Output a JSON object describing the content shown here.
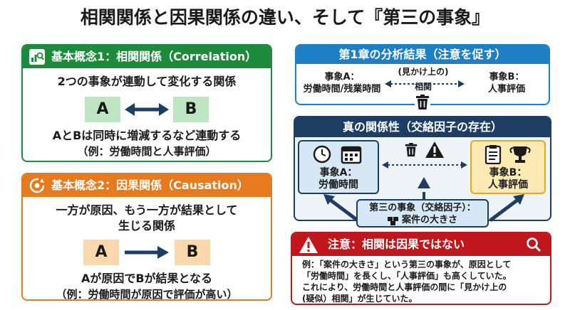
{
  "title": "相関関係と因果関係の違い、そして『第三の事象』",
  "colors": {
    "green": "#1e8a3c",
    "orange": "#e67a1e",
    "blue": "#1f7fc4",
    "navy": "#1e3d63",
    "red": "#c0171d",
    "box_green": "#bfe6c3",
    "box_orange": "#fbd7ad",
    "box_blue": "#d6e7f6",
    "box_yellow": "#fde9b4"
  },
  "correlation": {
    "header": "基本概念1：相関関係（Correlation）",
    "description": "2つの事象が連動して変化する関係",
    "box_a": "A",
    "box_b": "B",
    "note_line1": "AとBは同時に増減するなど連動する",
    "note_line2": "（例：労働時間と人事評価）"
  },
  "causation": {
    "header": "基本概念2：因果関係（Causation）",
    "description_line1": "一方が原因、もう一方が結果として",
    "description_line2": "生じる関係",
    "box_a": "A",
    "box_b": "B",
    "note_line1": "Aが原因でBが結果となる",
    "note_line2": "（例：労働時間が原因で評価が高い）"
  },
  "chapter1": {
    "header": "第1章の分析結果（注意を促す）",
    "event_a_line1": "事象A：",
    "event_a_line2": "労働時間/残業時間",
    "link_line1": "(見かけ上の)",
    "link_line2": "相関",
    "event_b_line1": "事象B：",
    "event_b_line2": "人事評価"
  },
  "true_relation": {
    "header": "真の関係性（交絡因子の存在）",
    "event_a_line1": "事象A：",
    "event_a_line2": "労働時間",
    "event_b_line1": "事象B：",
    "event_b_line2": "人事評価",
    "confounder_line1": "第三の事象（交絡因子）：",
    "confounder_line2": "案件の大きさ"
  },
  "caution": {
    "header": "注意：相関は因果ではない",
    "line1": "例：「案件の大きさ」という第三の事象が、原因として",
    "line2": "「労働時間」を長くし、「人事評価」も高くしていた。",
    "line3": "これにより、労働時間と人事評価の間に「見かけ上の",
    "line4": "(疑似）相関」が生じていた。"
  }
}
